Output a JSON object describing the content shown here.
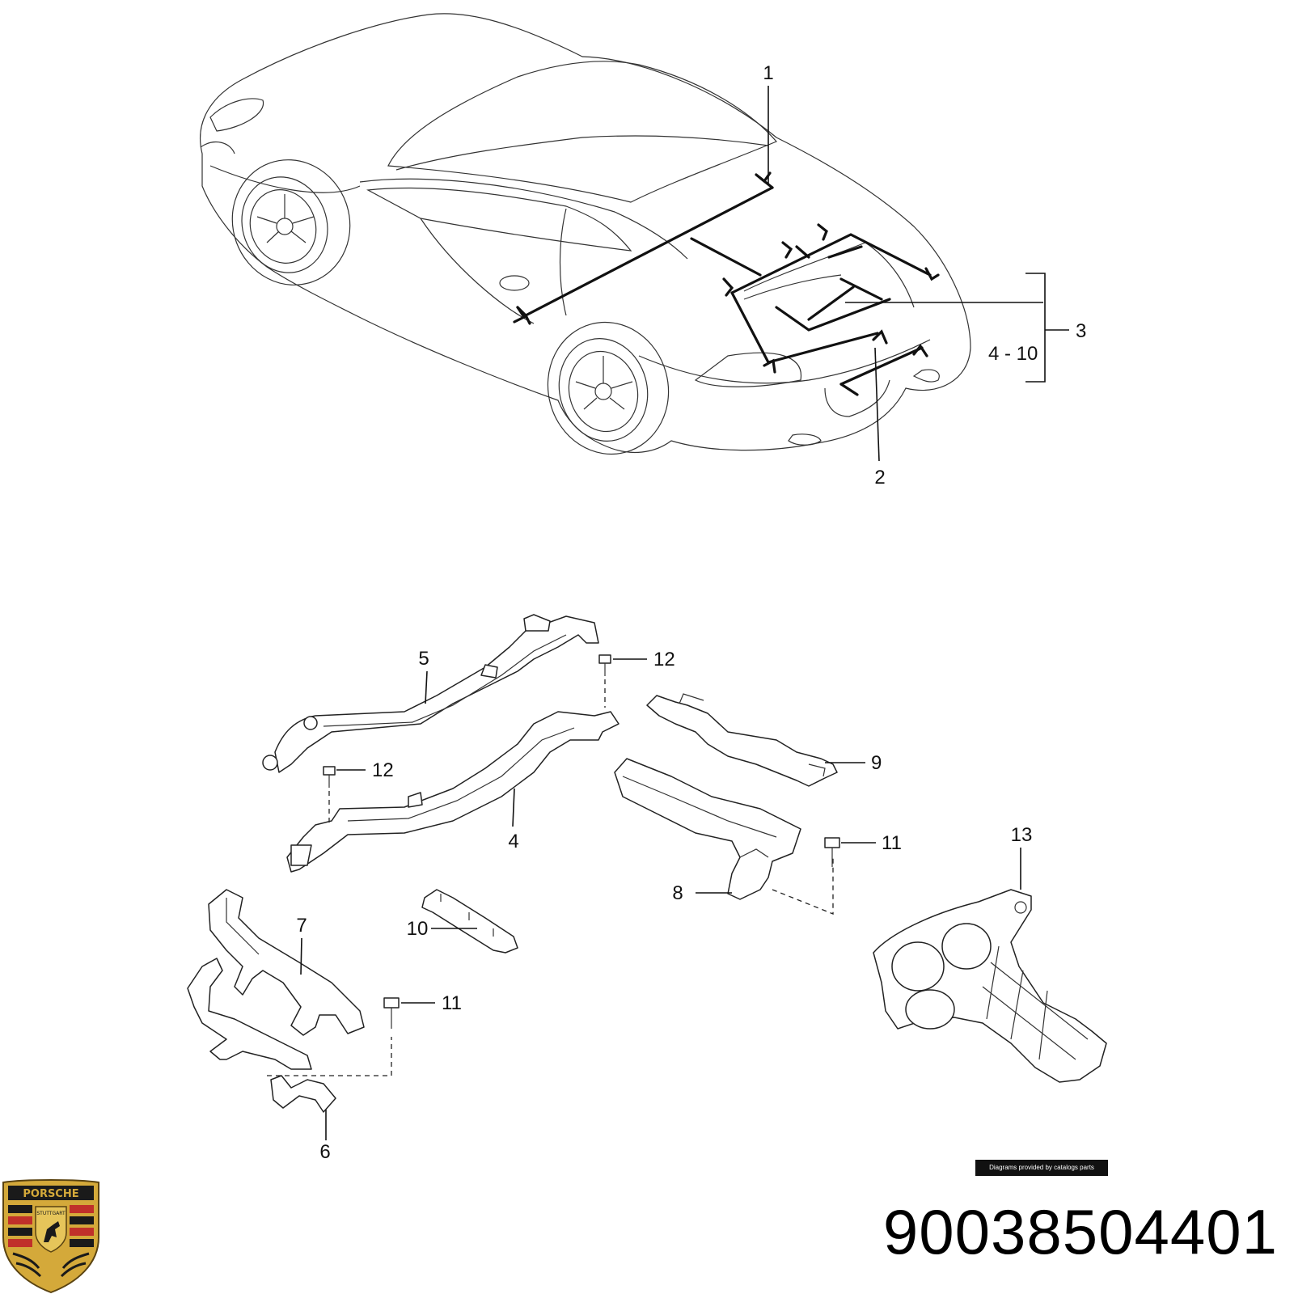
{
  "callouts": {
    "c1": "1",
    "c2": "2",
    "c3": "3",
    "c4": "4",
    "c5": "5",
    "c6": "6",
    "c7": "7",
    "c8": "8",
    "c9": "9",
    "c10": "10",
    "c11a": "11",
    "c11b": "11",
    "c12a": "12",
    "c12b": "12",
    "c13": "13",
    "range": "4 - 10"
  },
  "credit": "Diagrams provided by catalogs parts",
  "part_number": "90038504401",
  "logo": {
    "brand_text": "PORSCHE",
    "city_text": "STUTTGART",
    "colors": {
      "gold": "#d4a93a",
      "red": "#c0302a",
      "black": "#1a1a1a"
    }
  }
}
